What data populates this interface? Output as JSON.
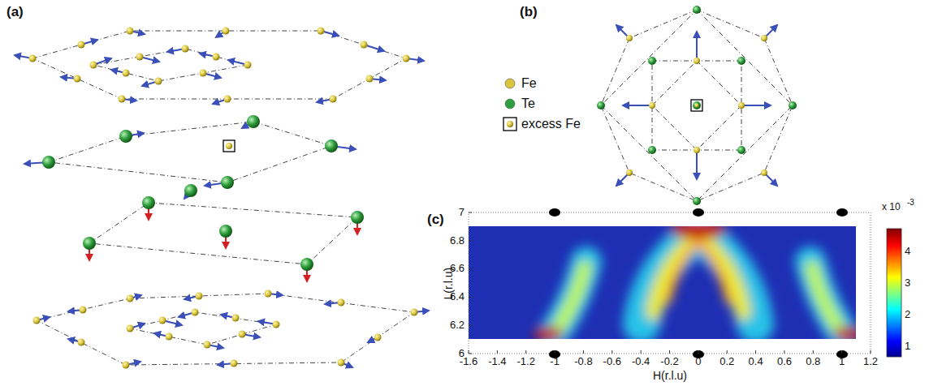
{
  "diagram": {
    "labels": [
      "(a)",
      "(b)",
      "(c)",
      "6",
      "6.2",
      "6.4",
      "6.6",
      "6.8",
      "7",
      "L(r.l.u)",
      "-1.6",
      "-1.4",
      "-1.2",
      "-1",
      "-0.8",
      "-0.6",
      "-0.4",
      "-0.2",
      "0",
      "0.2",
      "0.4",
      "0.6",
      "0.8",
      "1",
      "1.2",
      "H(r.l.u)",
      "x 10",
      "-3",
      "4",
      "3",
      "2",
      "1"
    ],
    "legend": [
      {
        "text": "Fe",
        "color": "#d9c43c"
      },
      {
        "text": "Te",
        "color": "#2e9e3c"
      },
      {
        "text": "excess Fe"
      }
    ]
  }
}
